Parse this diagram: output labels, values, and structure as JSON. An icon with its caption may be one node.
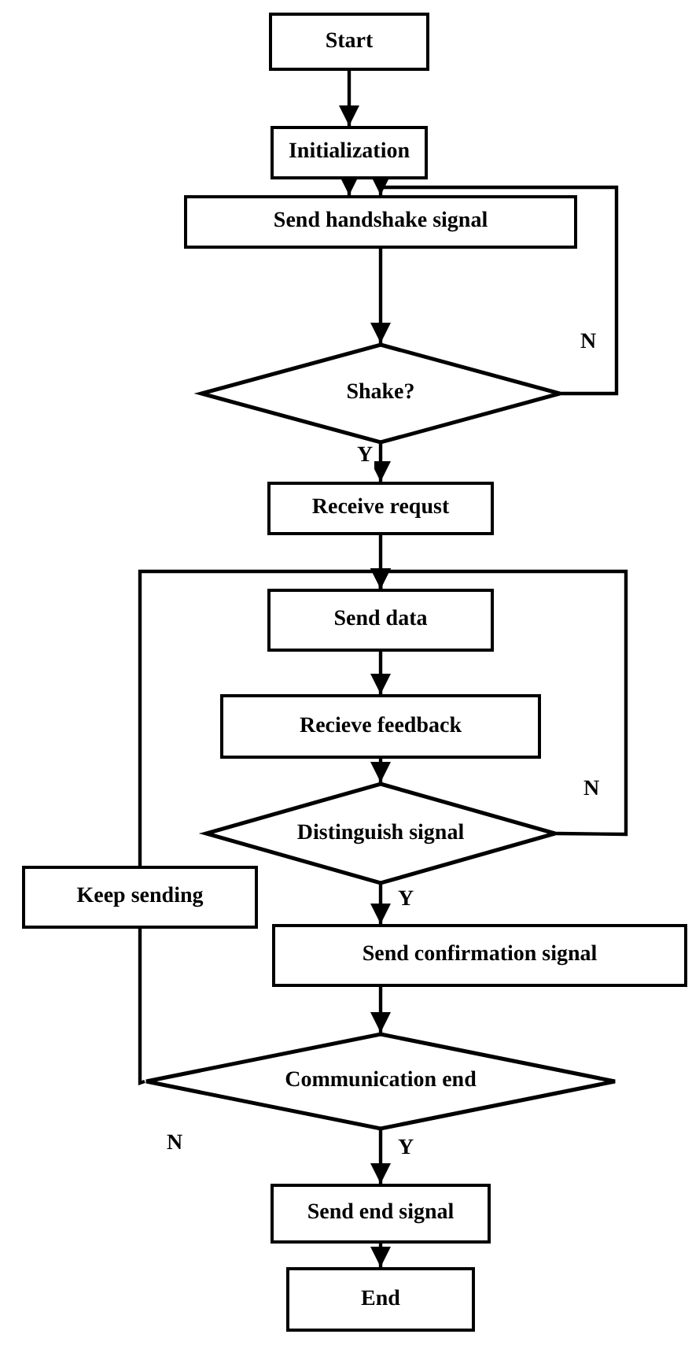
{
  "diagram": {
    "nodes": [
      {
        "text": [
          "Start"
        ]
      },
      {
        "text": [
          "Initialization"
        ]
      },
      {
        "text": [
          "Send handshake signal"
        ]
      },
      {
        "text": [
          "Shake?"
        ]
      },
      {
        "text": [
          "Receive requst"
        ]
      },
      {
        "text": [
          "Send data"
        ]
      },
      {
        "text": [
          "Recieve feedback"
        ]
      },
      {
        "text": [
          "Distinguish signal"
        ]
      },
      {
        "text": [
          "Keep sending"
        ]
      },
      {
        "text": [
          "Send confirmation signal"
        ]
      },
      {
        "text": [
          "Communication end"
        ]
      },
      {
        "text": [
          "Send end signal"
        ]
      },
      {
        "text": [
          "End"
        ]
      }
    ],
    "edges": [
      {
        "from": 0,
        "to": 1,
        "arrow": "to"
      },
      {
        "from": 1,
        "to": 2,
        "arrow": "to"
      },
      {
        "from": 2,
        "to": 3,
        "arrow": "to"
      },
      {
        "from": 3,
        "to": 2,
        "label": "N",
        "arrow": "to"
      },
      {
        "from": 3,
        "to": 4,
        "label": "Y",
        "arrow": "to"
      },
      {
        "from": 4,
        "to": 5,
        "arrow": "to"
      },
      {
        "from": 5,
        "to": 6,
        "arrow": "to"
      },
      {
        "from": 6,
        "to": 7,
        "arrow": "to"
      },
      {
        "from": 7,
        "to": 5,
        "label": "N",
        "arrow": "to"
      },
      {
        "from": 7,
        "to": 9,
        "label": "Y",
        "arrow": "to"
      },
      {
        "from": 9,
        "to": 10,
        "arrow": "to"
      },
      {
        "from": 10,
        "to": 8,
        "label": "N",
        "arrow": "none"
      },
      {
        "from": 8,
        "to": 5,
        "arrow": "to"
      },
      {
        "from": 10,
        "to": 11,
        "label": "Y",
        "arrow": "to"
      },
      {
        "from": 11,
        "to": 12,
        "arrow": "to"
      }
    ]
  }
}
